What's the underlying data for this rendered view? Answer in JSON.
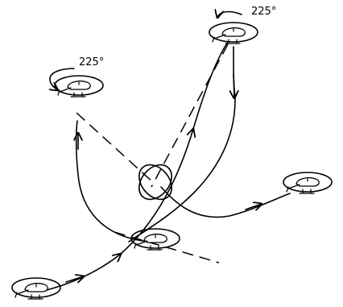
{
  "annotations": {
    "turn_left": "225°",
    "turn_right": "225°"
  },
  "colors": {
    "ink": "#000000",
    "background": "#ffffff"
  },
  "helicopters": [
    {
      "name": "helicopter-start-bottom-left"
    },
    {
      "name": "helicopter-center"
    },
    {
      "name": "helicopter-upper-left"
    },
    {
      "name": "helicopter-upper-right"
    },
    {
      "name": "helicopter-end-right"
    }
  ]
}
